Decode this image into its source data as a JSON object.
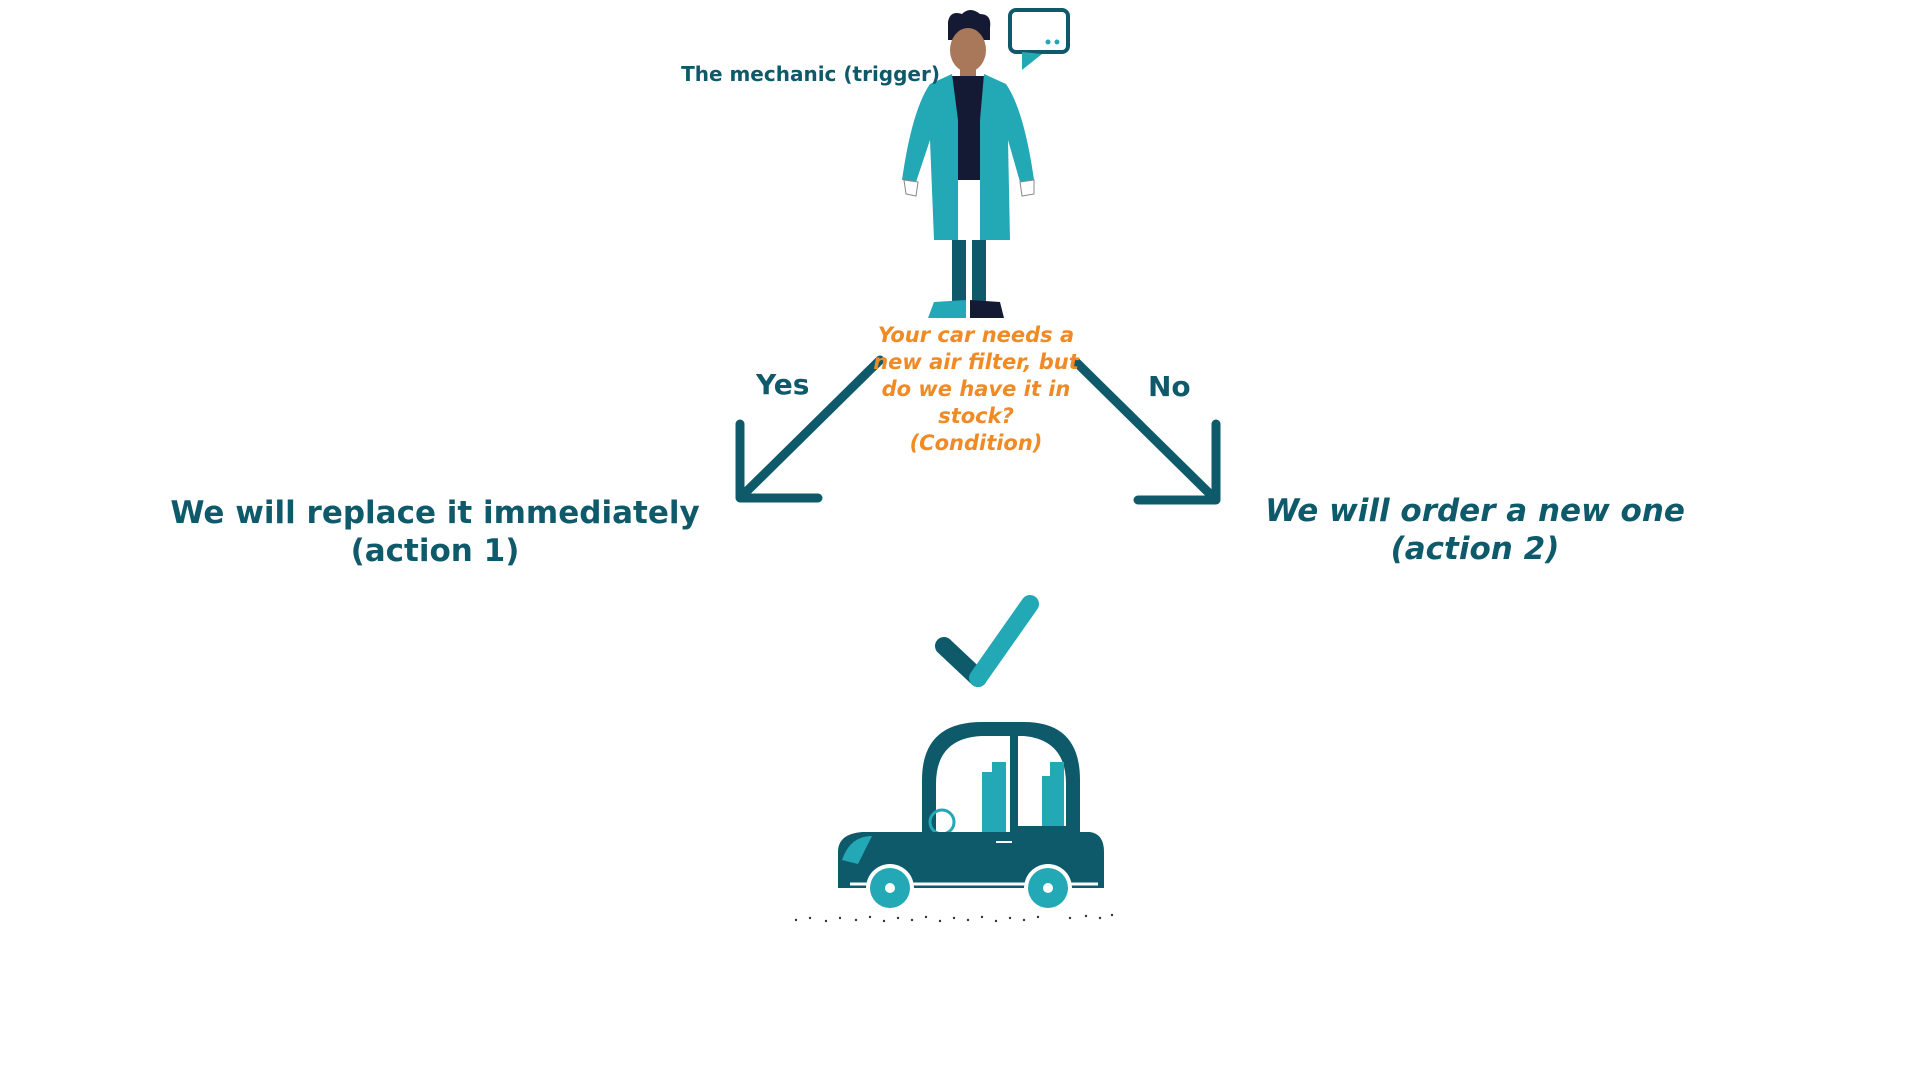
{
  "colors": {
    "teal_dark": "#0e5a6b",
    "teal_light": "#23a8b6",
    "orange": "#f08a24",
    "navy": "#141a33",
    "skin": "#a9775a"
  },
  "diagram": {
    "trigger_label": "The mechanic (trigger)",
    "condition_text": "Your car needs a new air filter, but do we have it in stock? (Condition)",
    "yes_label": "Yes",
    "no_label": "No",
    "action1_line1": "We will replace it immediately",
    "action1_line2": "(action 1)",
    "action2_line1": "We will order a new one",
    "action2_line2": "(action 2)"
  },
  "icons": {
    "mechanic": "mechanic-figure-icon",
    "speech": "speech-bubble-icon",
    "yes_arrow": "arrow-down-left-icon",
    "no_arrow": "arrow-down-right-icon",
    "check": "checkmark-icon",
    "car": "car-icon"
  }
}
